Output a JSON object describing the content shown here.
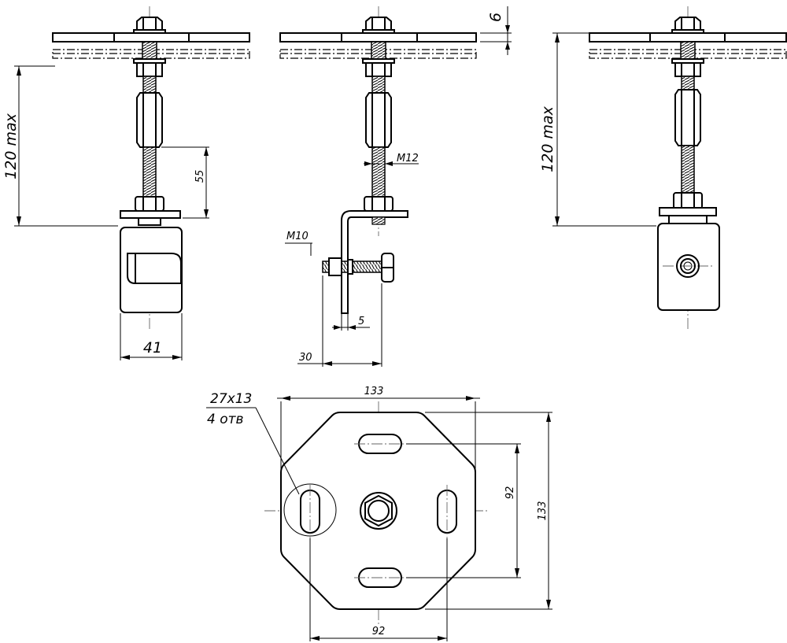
{
  "dimensions": {
    "plate_thickness": "6",
    "max_height": "120 max",
    "bolt_length": "55",
    "rail_width": "41",
    "stud_thread": "M12",
    "side_bolt_thread": "M10",
    "bracket_thickness": "5",
    "bracket_depth": "30",
    "plate_width": "133",
    "plate_height": "133",
    "slot_spacing_vertical": "92",
    "slot_spacing_horizontal": "92"
  },
  "callout": {
    "slot_size": "27x13",
    "hole_count": "4 отв"
  }
}
